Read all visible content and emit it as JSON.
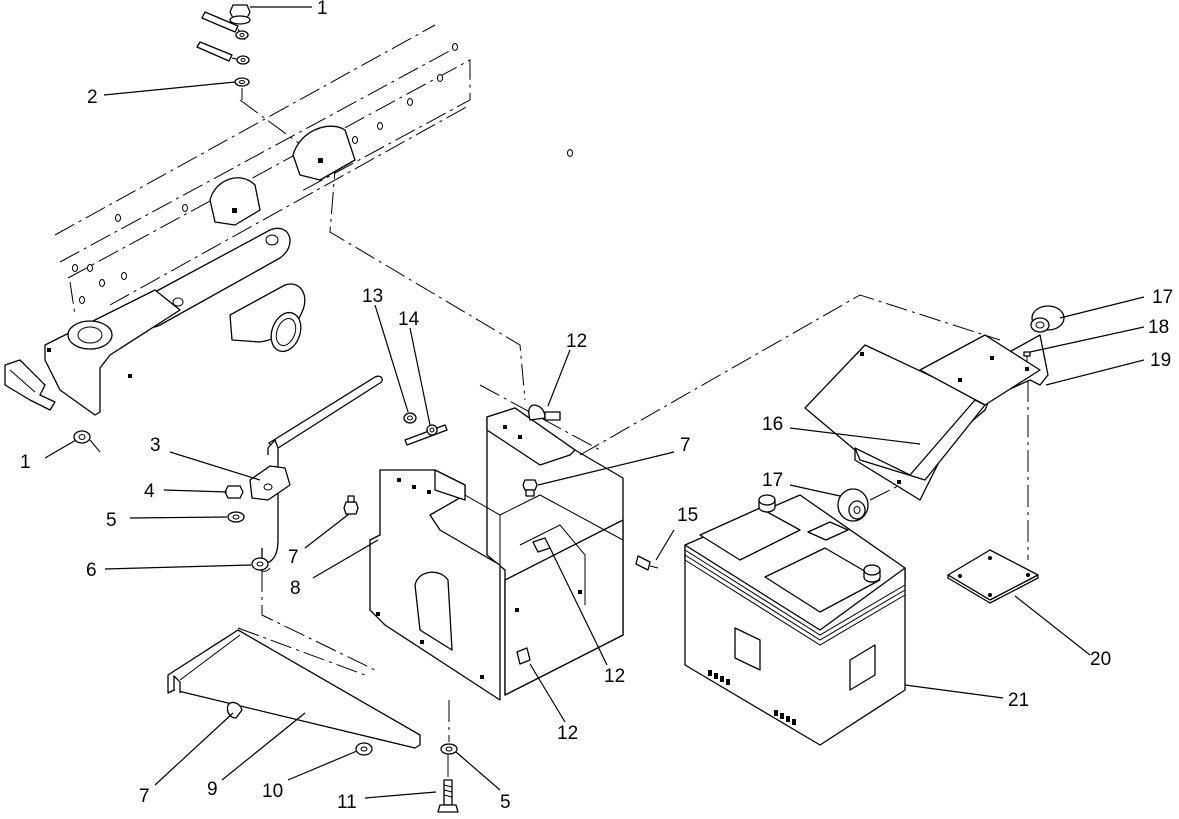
{
  "callouts": {
    "c1a": "1",
    "c1b": "1",
    "c2": "2",
    "c3": "3",
    "c4": "4",
    "c5a": "5",
    "c5b": "5",
    "c6": "6",
    "c7a": "7",
    "c7b": "7",
    "c7c": "7",
    "c8": "8",
    "c9": "9",
    "c10": "10",
    "c11": "11",
    "c12a": "12",
    "c12b": "12",
    "c12c": "12",
    "c13": "13",
    "c14": "14",
    "c15": "15",
    "c16": "16",
    "c17a": "17",
    "c17b": "17",
    "c18": "18",
    "c19": "19",
    "c20": "20",
    "c21": "21"
  }
}
